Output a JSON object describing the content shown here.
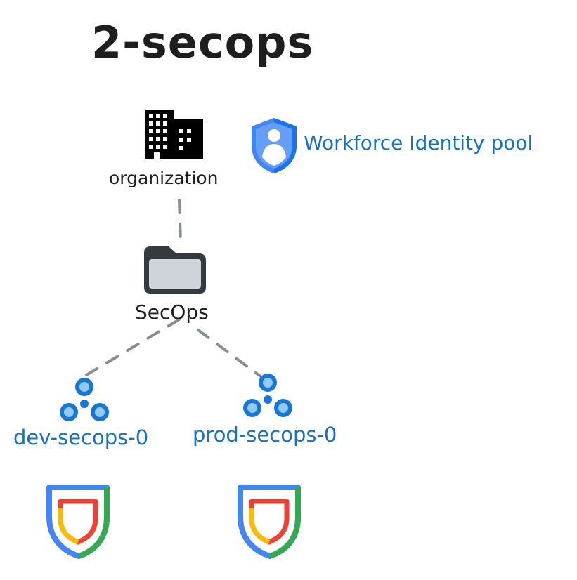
{
  "title": "2-secops",
  "nodes": {
    "organization": {
      "label": "organization",
      "icon": "building-icon"
    },
    "workforce_identity_pool": {
      "label": "Workforce Identity pool",
      "icon": "identity-shield-icon"
    },
    "secops_folder": {
      "label": "SecOps",
      "icon": "folder-icon"
    },
    "dev_project": {
      "label": "dev-secops-0",
      "icon": "project-icon"
    },
    "prod_project": {
      "label": "prod-secops-0",
      "icon": "project-icon"
    },
    "dev_secops_product": {
      "icon": "security-shield-icon"
    },
    "prod_secops_product": {
      "icon": "security-shield-icon"
    }
  },
  "edges": [
    {
      "from": "organization",
      "to": "secops_folder",
      "style": "dashed"
    },
    {
      "from": "secops_folder",
      "to": "dev_project",
      "style": "dashed"
    },
    {
      "from": "secops_folder",
      "to": "prod_project",
      "style": "dashed"
    }
  ],
  "colors": {
    "text_dark": "#1e1e1e",
    "text_blue": "#1971c2",
    "connector": "#868e96",
    "project_blue": "#1976d2",
    "project_light": "#90caf9",
    "folder_dark": "#343a40",
    "folder_fill": "#ced4da",
    "shield_blue": "#4285f4",
    "shield_green": "#34a853",
    "shield_yellow": "#fbbc04",
    "shield_red": "#ea4335"
  }
}
